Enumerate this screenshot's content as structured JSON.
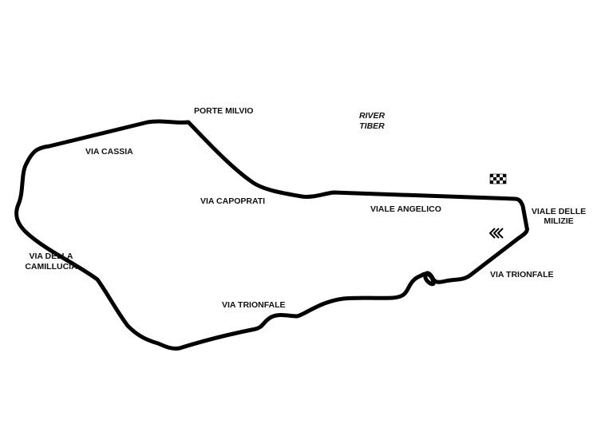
{
  "labels": {
    "porte_milvio": "PORTE MILVIO",
    "river_tiber_1": "RIVER",
    "river_tiber_2": "TIBER",
    "via_cassia": "VIA CASSIA",
    "via_capoprati": "VIA CAPOPRATI",
    "viale_angelico": "VIALE ANGELICO",
    "viale_delle_milizie_1": "VIALE DELLE",
    "viale_delle_milizie_2": "MILIZIE",
    "via_della_camillucia_1": "VIA DELLA",
    "via_della_camillucia_2": "CAMILLUCIA",
    "via_trionfale_south": "VIA TRIONFALE",
    "via_trionfale_east": "VIA TRIONFALE"
  },
  "colors": {
    "track": "#000000",
    "background": "#ffffff",
    "text": "#111111"
  },
  "icons": {
    "start_finish": "checkered-flag-icon",
    "direction": "direction-chevrons-icon"
  }
}
